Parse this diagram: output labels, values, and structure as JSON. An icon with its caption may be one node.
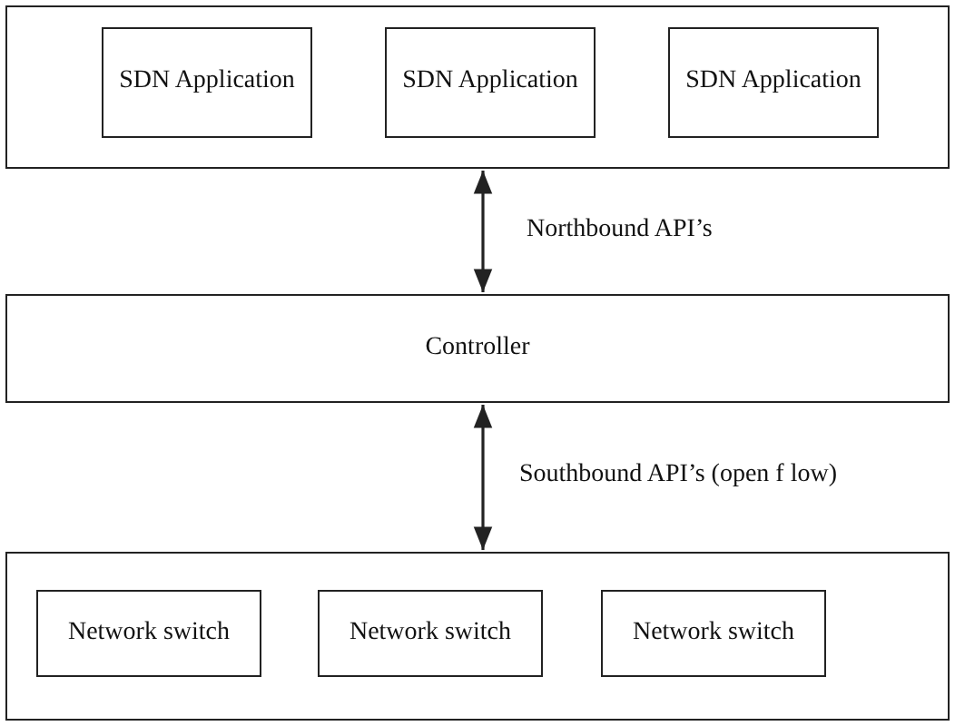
{
  "diagram": {
    "nodes": [
      {
        "text": [],
        "shape": "box"
      },
      {
        "text": [
          "SDN Application"
        ],
        "in": 0
      },
      {
        "text": [
          "SDN Application"
        ],
        "in": 0
      },
      {
        "text": [
          "SDN Application"
        ],
        "in": 0
      },
      {
        "text": [
          "Controller"
        ]
      },
      {
        "text": [],
        "shape": "box"
      },
      {
        "text": [
          "Network switch"
        ],
        "in": 5
      },
      {
        "text": [
          "Network switch"
        ],
        "in": 5
      },
      {
        "text": [
          "Network switch"
        ],
        "in": 5
      }
    ],
    "edges": [
      {
        "from": 0,
        "to": 4,
        "arrow": "both",
        "label": "Northbound API’s"
      },
      {
        "from": 4,
        "to": 5,
        "arrow": "both",
        "label": "Southbound API’s (open f low)"
      }
    ]
  }
}
